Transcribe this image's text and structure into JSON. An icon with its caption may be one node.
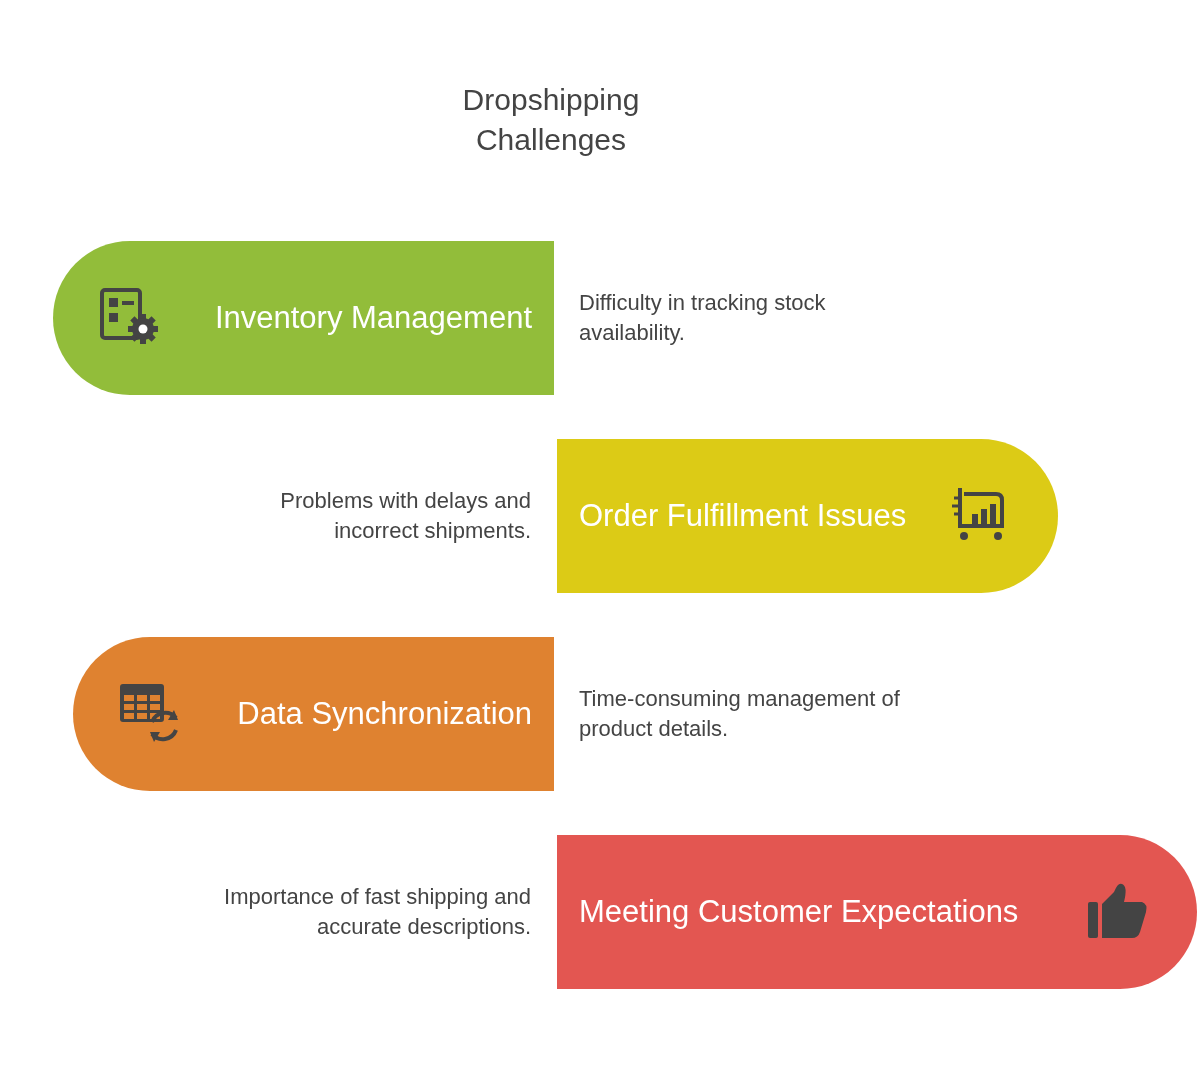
{
  "diagram": {
    "title": "Dropshipping Challenges",
    "nodes": [
      {
        "text": [
          "Inventory Management"
        ],
        "beside": [
          "Difficulty in tracking stock availability."
        ]
      },
      {
        "text": [
          "Order Fulfillment Issues"
        ],
        "beside": [
          "Problems with delays and incorrect shipments."
        ]
      },
      {
        "text": [
          "Data Synchronization"
        ],
        "beside": [
          "Time-consuming management of product details."
        ]
      },
      {
        "text": [
          "Meeting Customer Expectations"
        ],
        "beside": [
          "Importance of fast shipping and accurate descriptions."
        ]
      }
    ]
  }
}
